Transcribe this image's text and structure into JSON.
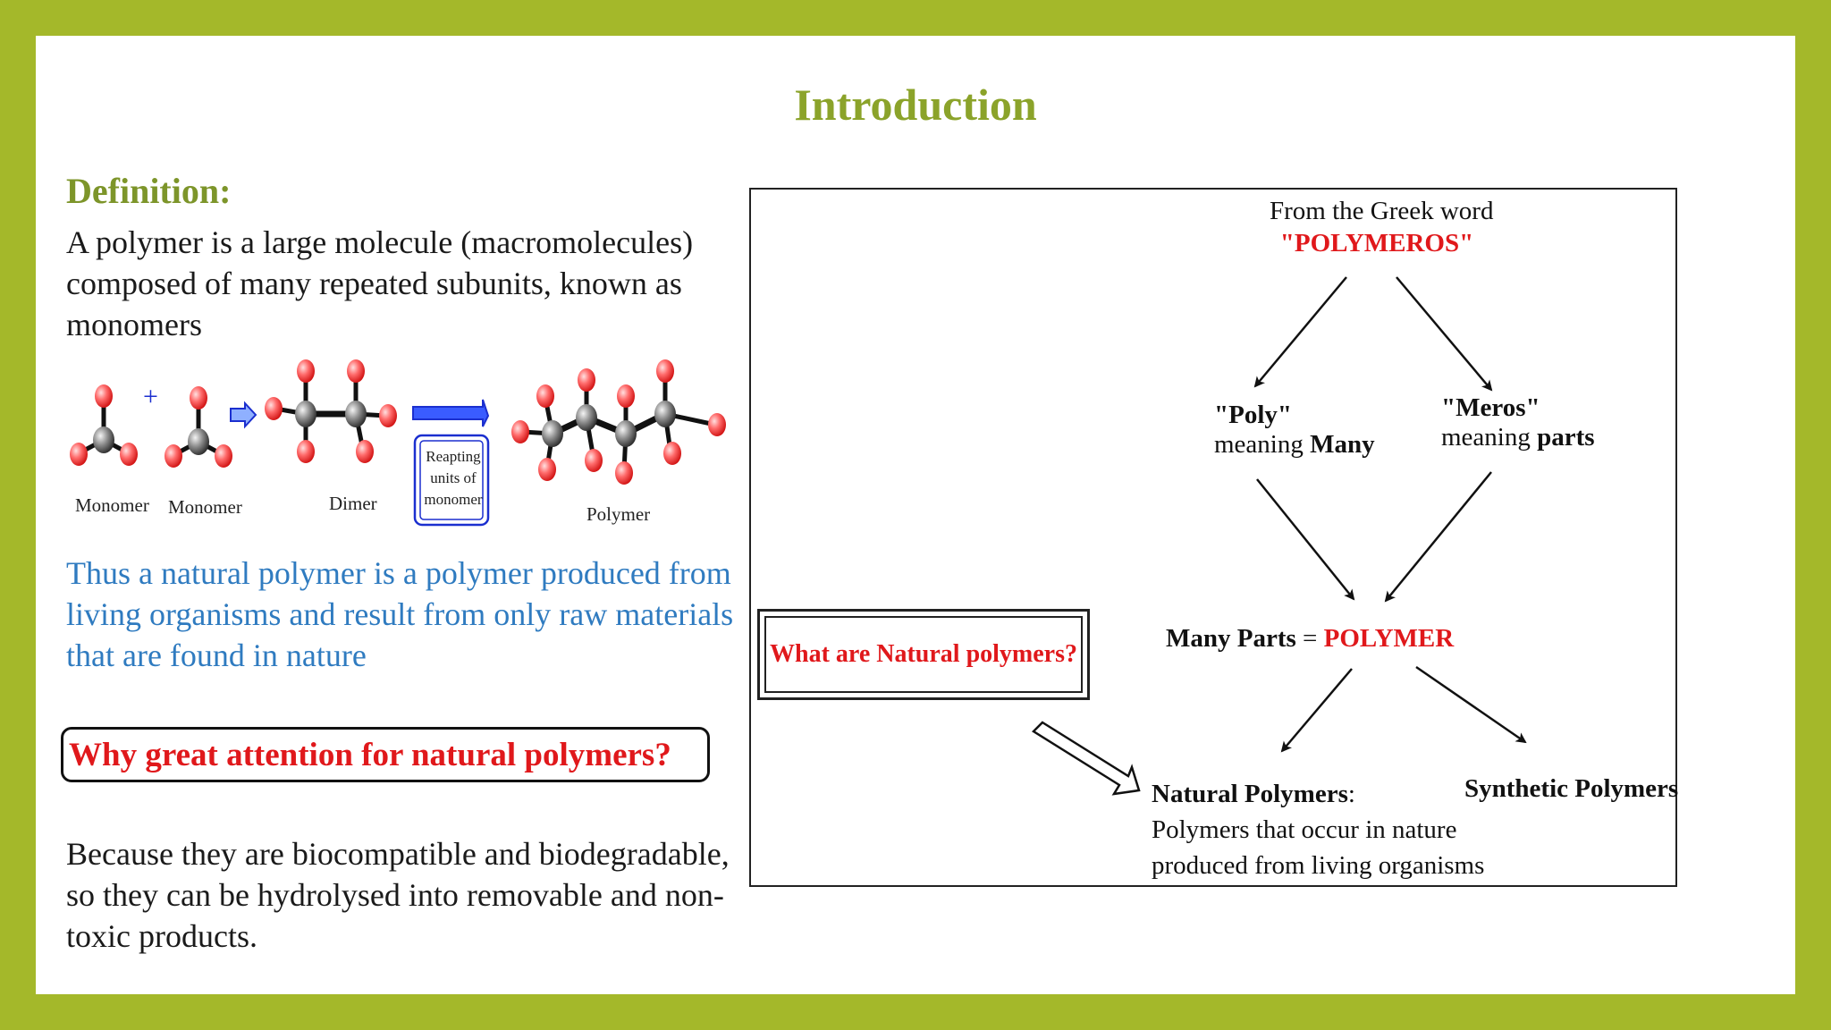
{
  "title": "Introduction",
  "definition": {
    "heading": "Definition:",
    "text": "A polymer is a large molecule (macromolecules) composed of many repeated subunits, known as monomers"
  },
  "reaction": {
    "monomer1": "Monomer",
    "plus": "+",
    "monomer2": "Monomer",
    "dimer": "Dimer",
    "repeat_line1": "Reapting",
    "repeat_line2": "units of",
    "repeat_line3": "monomer",
    "polymer": "Polymer"
  },
  "natural_text": "Thus a natural polymer is a polymer produced from living organisms and result from only raw materials that are found in nature",
  "why_question": "Why great attention for natural polymers?",
  "because_text": "Because they are biocompatible and biodegradable, so they can be hydrolysed into removable and non-toxic products.",
  "diagram": {
    "greek_line": "From the Greek word",
    "greek_word": "\"POLYMEROS\"",
    "poly_label": "\"Poly\"",
    "poly_meaning_prefix": "meaning ",
    "poly_meaning": "Many",
    "meros_label": "\"Meros\"",
    "meros_meaning_prefix": "meaning ",
    "meros_meaning": "parts",
    "many_parts": "Many Parts",
    "equals": " = ",
    "polymer_word": "POLYMER",
    "what_question": "What are Natural polymers?",
    "natural_title": "Natural Polymers",
    "natural_colon": ":",
    "natural_line1": "Polymers that occur in nature",
    "natural_line2": "produced from living organisms",
    "synthetic": "Synthetic Polymers"
  },
  "colors": {
    "frame": "#a4b82a",
    "title": "#8ba32a",
    "accent_red": "#e0181b",
    "accent_blue": "#2f7bc0"
  }
}
